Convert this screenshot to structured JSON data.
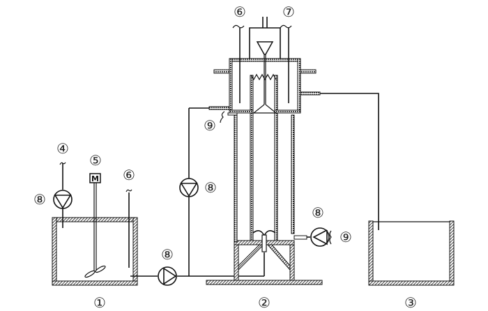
{
  "diagram": {
    "type": "process-flow-schematic",
    "labels": {
      "tank_feed": "①",
      "reactor": "②",
      "tank_effluent": "③",
      "feed_inlet_4": "④",
      "motor_5": "⑤",
      "sampling_6_left": "⑥",
      "sampling_6_top": "⑥",
      "gas_outlet_7": "⑦",
      "pump_feed_dosing": "⑧",
      "pump_influent": "⑧",
      "pump_recirculation": "⑧",
      "pump_bottom": "⑧",
      "connector_9_top": "⑨",
      "connector_9_bottom": "⑨"
    },
    "motor_symbol": "M",
    "components": [
      {
        "id": "tank-1",
        "label_ref": "tank_feed",
        "kind": "mixing tank with stirrer"
      },
      {
        "id": "reactor-2",
        "label_ref": "reactor",
        "kind": "column reactor with three-phase separator"
      },
      {
        "id": "tank-3",
        "label_ref": "tank_effluent",
        "kind": "effluent tank"
      },
      {
        "id": "pumps-8",
        "label_ref": "pump_influent",
        "kind": "pump",
        "count": 4
      }
    ]
  }
}
